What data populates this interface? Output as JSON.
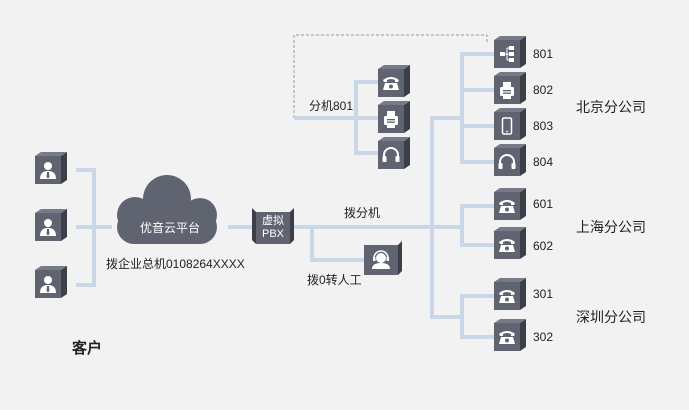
{
  "customers": {
    "label": "客户",
    "icon": "user-icon"
  },
  "cloud": {
    "label": "优音云平台",
    "caption": "拨企业总机0108264XXXX"
  },
  "pbx": {
    "line1": "虚拟",
    "line2": "PBX"
  },
  "ext801_group": {
    "label": "分机801",
    "devices": [
      {
        "icon": "desk-phone-icon"
      },
      {
        "icon": "fax-icon"
      },
      {
        "icon": "headset-icon"
      }
    ]
  },
  "dial_ext_label": "拨分机",
  "operator": {
    "label": "拨0转人工",
    "icon": "operator-icon"
  },
  "branches": [
    {
      "name": "北京分公司",
      "extensions": [
        {
          "number": "801",
          "icon": "network-icon"
        },
        {
          "number": "802",
          "icon": "fax-icon"
        },
        {
          "number": "803",
          "icon": "mobile-icon"
        },
        {
          "number": "804",
          "icon": "headset-icon"
        }
      ]
    },
    {
      "name": "上海分公司",
      "extensions": [
        {
          "number": "601",
          "icon": "desk-phone-icon"
        },
        {
          "number": "602",
          "icon": "desk-phone-icon"
        }
      ]
    },
    {
      "name": "深圳分公司",
      "extensions": [
        {
          "number": "301",
          "icon": "desk-phone-icon"
        },
        {
          "number": "302",
          "icon": "desk-phone-icon"
        }
      ]
    }
  ],
  "colors": {
    "background": "#f2f2f2",
    "connector": "#c9d7e6",
    "device_face": "#5f6470",
    "device_side": "#3b3f48",
    "dashed": "#9a9a9a"
  }
}
